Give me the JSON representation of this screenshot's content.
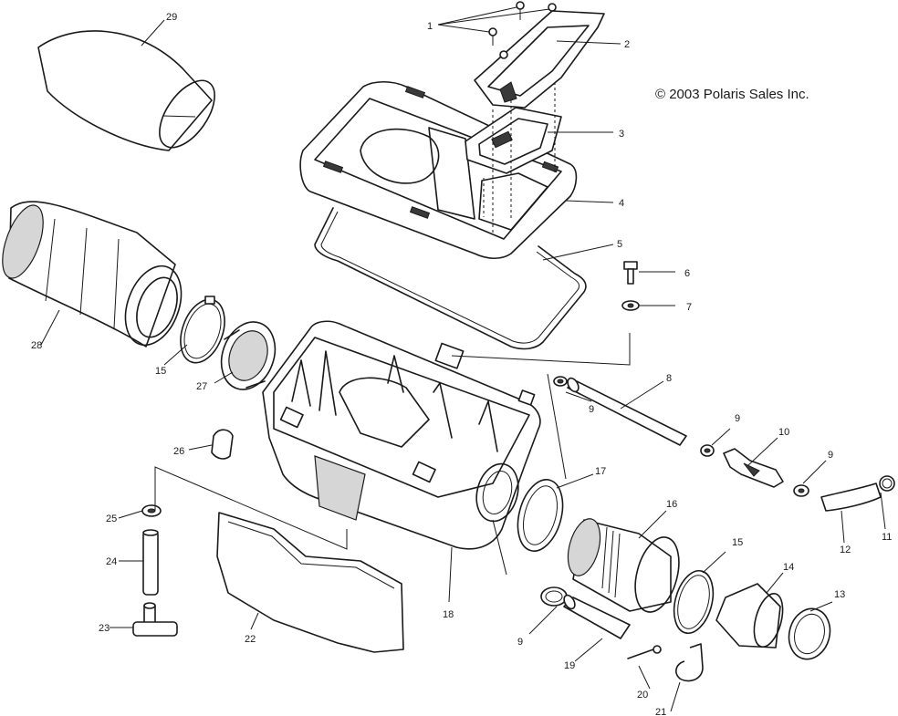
{
  "copyright": "© 2003 Polaris Sales Inc.",
  "callouts": {
    "c1": "1",
    "c2": "2",
    "c3": "3",
    "c4": "4",
    "c5": "5",
    "c6": "6",
    "c7": "7",
    "c8": "8",
    "c9a": "9",
    "c9b": "9",
    "c9c": "9",
    "c9d": "9",
    "c10": "10",
    "c11": "11",
    "c12": "12",
    "c13": "13",
    "c14": "14",
    "c15a": "15",
    "c15b": "15",
    "c16": "16",
    "c17": "17",
    "c18": "18",
    "c19": "19",
    "c20": "20",
    "c21": "21",
    "c22": "22",
    "c23": "23",
    "c24": "24",
    "c25": "25",
    "c26": "26",
    "c27": "27",
    "c28": "28",
    "c29": "29"
  }
}
